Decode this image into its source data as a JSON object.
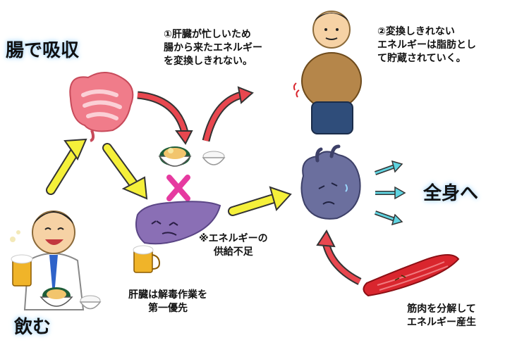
{
  "labels": {
    "intestine_absorb": "腸で吸収",
    "drink": "飲む",
    "whole_body": "全身へ",
    "note1": "①肝臓が忙しいため\n腸から来たエネルギー\nを変換しきれない。",
    "note2": "②変換しきれない\nエネルギーは脂肪とし\nて貯蔵されていく。",
    "supply_short": "※エネルギーの\n供給不足",
    "liver_priority": "肝臓は解毒作業を\n第一優先",
    "muscle_breakdown": "筋肉を分解して\nエネルギー産生"
  },
  "colors": {
    "yellow_arrow": "#f5f03a",
    "red_arrow": "#e8474f",
    "cyan_arrow": "#5fd3e0",
    "liver": "#8a6fb5",
    "heart": "#6b6f9e",
    "intestine": "#f07c8a",
    "muscle": "#d9262e",
    "cross": "#e63aa0"
  },
  "icons": [
    "intestine-icon",
    "liver-icon",
    "heart-icon",
    "muscle-icon",
    "overweight-man-icon",
    "drinking-man-icon",
    "ramen-icon",
    "rice-bowl-icon",
    "beer-icon",
    "cross-icon"
  ]
}
